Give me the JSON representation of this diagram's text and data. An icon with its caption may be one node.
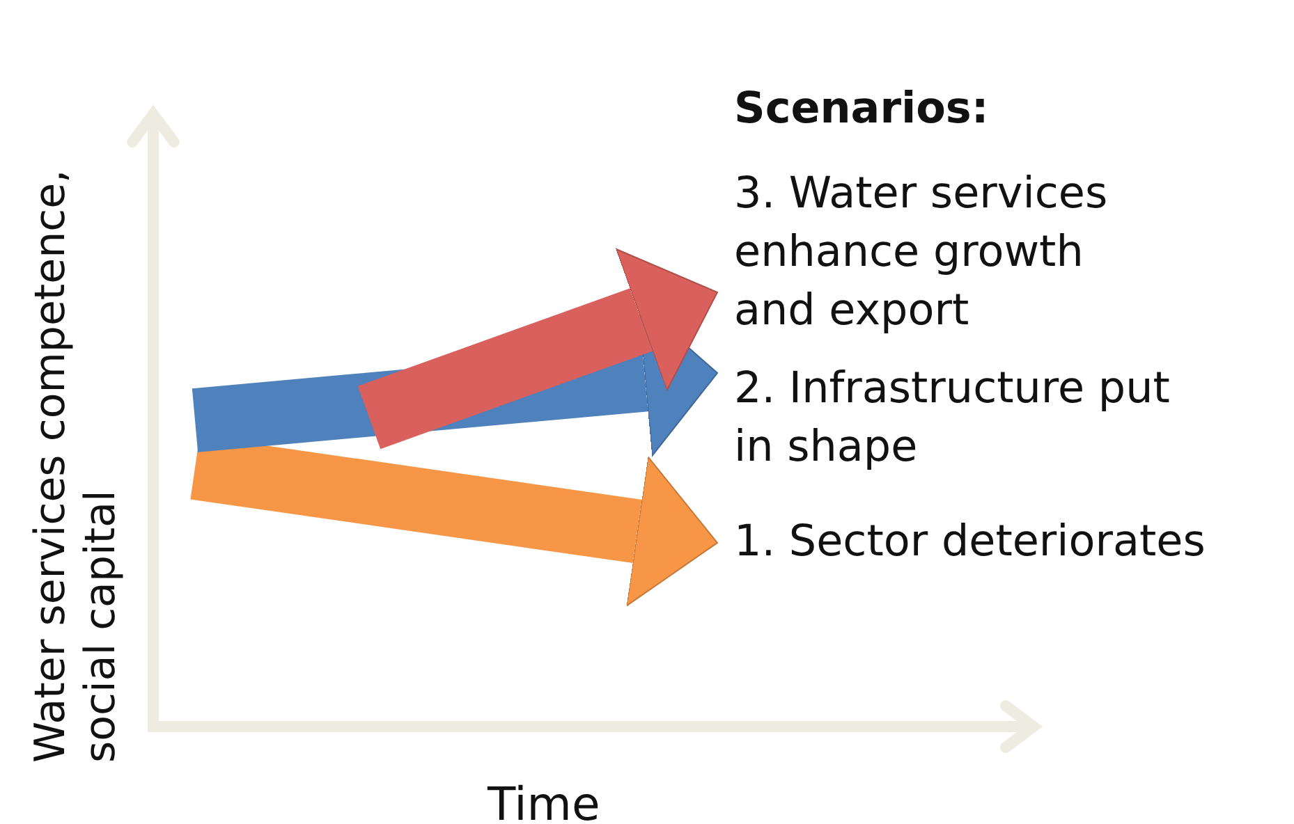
{
  "diagram": {
    "nodes": [
      {
        "text": [
          "3. Water services enhance growth and export"
        ]
      },
      {
        "text": [
          "2. Infrastructure put in shape"
        ]
      },
      {
        "text": [
          "1. Sector deteriorates"
        ]
      }
    ],
    "edges": [
      {
        "from": null,
        "to": 2,
        "arrow": "to",
        "color": "#f79646"
      },
      {
        "from": null,
        "to": 1,
        "arrow": "to",
        "color": "#4f81bd"
      },
      {
        "from": null,
        "to": 0,
        "arrow": "to",
        "color": "#d9605c"
      }
    ],
    "labels": [
      "Water services competence, social capital",
      "Time",
      "Scenarios:"
    ]
  }
}
